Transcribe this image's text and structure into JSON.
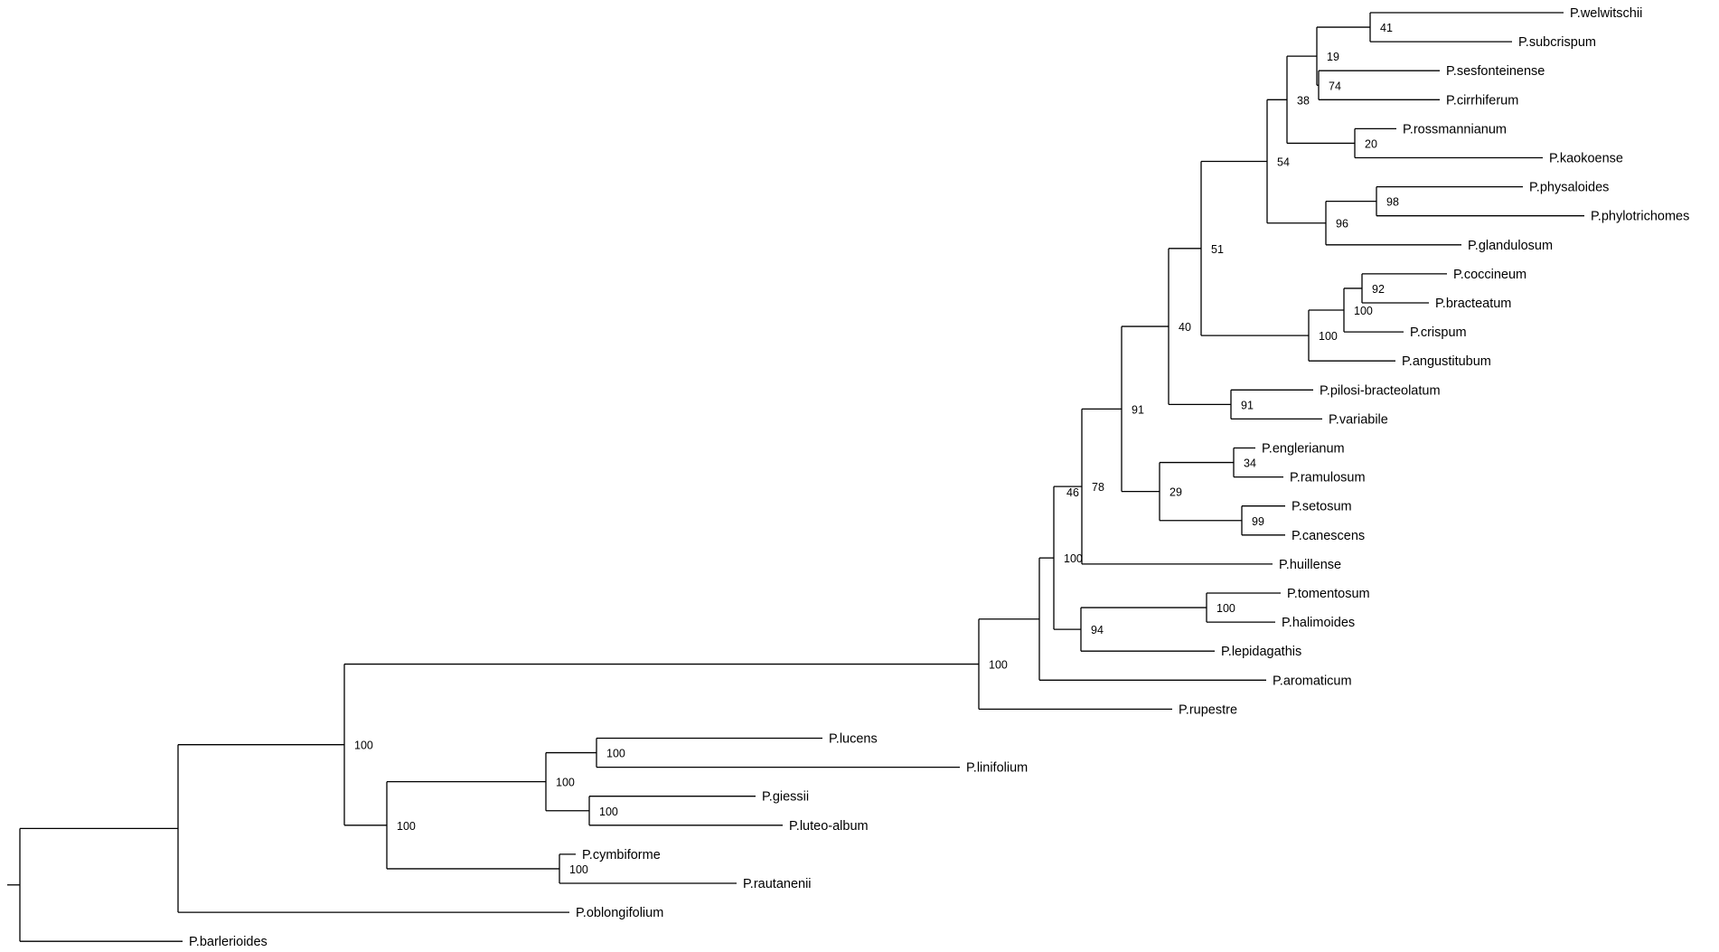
{
  "tree": {
    "branch_color": "#000000",
    "children": [
      {
        "children": [
          {
            "support": "100",
            "children": [
              {
                "support": "100",
                "children": [
                  {
                    "children": [
                      {
                        "support": "100",
                        "children": [
                          {
                            "children": [
                              {
                                "support": "91",
                                "children": [
                                  {
                                    "support": "40",
                                    "children": [
                                      {
                                        "support": "51",
                                        "children": [
                                          {
                                            "support": "54",
                                            "children": [
                                              {
                                                "support": "38",
                                                "children": [
                                                  {
                                                    "support": "19",
                                                    "children": [
                                                      {
                                                        "support": "41",
                                                        "children": [
                                                          {
                                                            "name": "P.welwitschii"
                                                          },
                                                          {
                                                            "name": "P.subcrispum"
                                                          }
                                                        ]
                                                      },
                                                      {
                                                        "support": "74",
                                                        "children": [
                                                          {
                                                            "name": "P.sesfonteinense"
                                                          },
                                                          {
                                                            "name": "P.cirrhiferum"
                                                          }
                                                        ]
                                                      }
                                                    ]
                                                  },
                                                  {
                                                    "support": "20",
                                                    "children": [
                                                      {
                                                        "name": "P.rossmannianum"
                                                      },
                                                      {
                                                        "name": "P.kaokoense"
                                                      }
                                                    ]
                                                  }
                                                ]
                                              },
                                              {
                                                "support": "96",
                                                "children": [
                                                  {
                                                    "support": "98",
                                                    "children": [
                                                      {
                                                        "name": "P.physaloides"
                                                      },
                                                      {
                                                        "name": "P.phylotrichomes"
                                                      }
                                                    ]
                                                  },
                                                  {
                                                    "name": "P.glandulosum"
                                                  }
                                                ]
                                              }
                                            ]
                                          },
                                          {
                                            "support": "100",
                                            "children": [
                                              {
                                                "support": "100",
                                                "children": [
                                                  {
                                                    "support": "92",
                                                    "children": [
                                                      {
                                                        "name": "P.coccineum"
                                                      },
                                                      {
                                                        "name": "P.bracteatum"
                                                      }
                                                    ]
                                                  },
                                                  {
                                                    "name": "P.crispum"
                                                  }
                                                ]
                                              },
                                              {
                                                "name": "P.angustitubum"
                                              }
                                            ]
                                          }
                                        ]
                                      },
                                      {
                                        "support": "91",
                                        "children": [
                                          {
                                            "name": "P.pilosi-bracteolatum"
                                          },
                                          {
                                            "name": "P.variabile"
                                          }
                                        ]
                                      }
                                    ]
                                  },
                                  {
                                    "support": "29",
                                    "children": [
                                      {
                                        "support": "34",
                                        "children": [
                                          {
                                            "name": "P.englerianum"
                                          },
                                          {
                                            "name": "P.ramulosum"
                                          }
                                        ]
                                      },
                                      {
                                        "support": "99",
                                        "children": [
                                          {
                                            "name": "P.setosum"
                                          },
                                          {
                                            "name": "P.canescens"
                                          }
                                        ]
                                      }
                                    ]
                                  }
                                ]
                              },
                              {
                                "name": "P.huillense"
                              }
                            ],
                            "support": "78"
                          },
                          {
                            "support": "94",
                            "children": [
                              {
                                "support": "100",
                                "children": [
                                  {
                                    "name": "P.tomentosum"
                                  },
                                  {
                                    "name": "P.halimoides"
                                  }
                                ]
                              },
                              {
                                "name": "P.lepidagathis"
                              }
                            ]
                          }
                        ],
                        "support_secondary": "46"
                      },
                      {
                        "name": "P.aromaticum"
                      }
                    ]
                  },
                  {
                    "name": "P.rupestre"
                  }
                ]
              },
              {
                "support": "100",
                "children": [
                  {
                    "support": "100",
                    "children": [
                      {
                        "support": "100",
                        "children": [
                          {
                            "name": "P.lucens"
                          },
                          {
                            "name": "P.linifolium"
                          }
                        ]
                      },
                      {
                        "support": "100",
                        "children": [
                          {
                            "name": "P.giessii"
                          },
                          {
                            "name": "P.luteo-album"
                          }
                        ]
                      }
                    ]
                  },
                  {
                    "support": "100",
                    "children": [
                      {
                        "name": "P.cymbiforme"
                      },
                      {
                        "name": "P.rautanenii"
                      }
                    ]
                  }
                ]
              }
            ]
          },
          {
            "name": "P.oblongifolium"
          }
        ]
      },
      {
        "name": "P.barlerioides"
      }
    ]
  }
}
